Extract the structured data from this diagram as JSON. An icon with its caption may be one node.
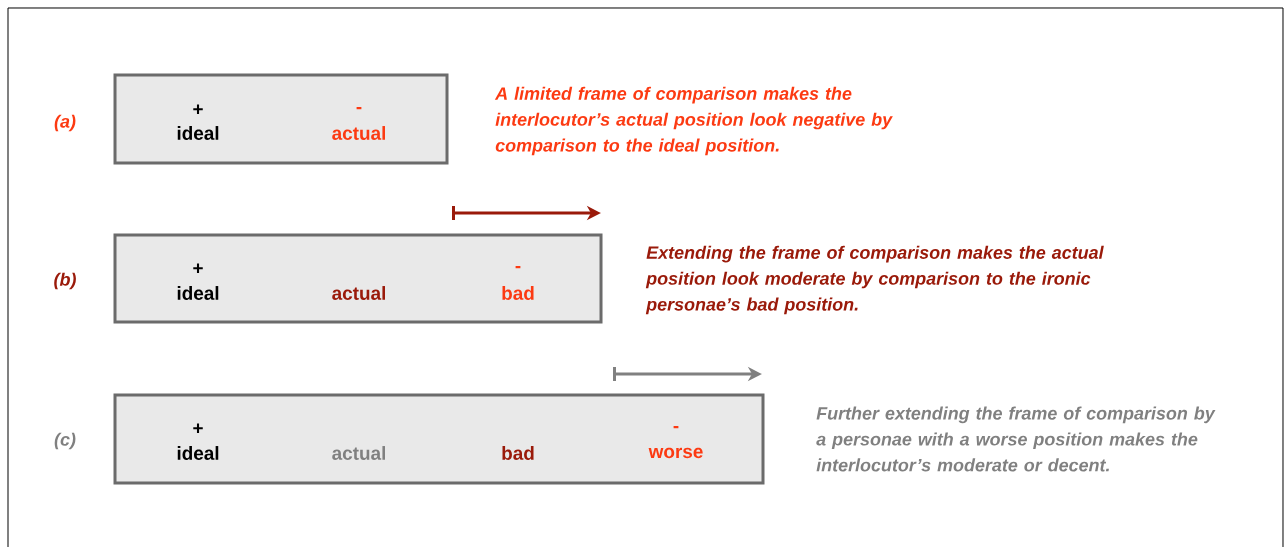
{
  "diagram": {
    "nodes": [
      {
        "text": [
          "+",
          "ideal",
          "-",
          "actual"
        ],
        "beside": [
          "(a)",
          "A limited frame of comparison makes the interlocutor’s actual position look negative by comparison to the ideal position."
        ]
      },
      {
        "text": [
          "+",
          "ideal",
          "actual",
          "-",
          "bad"
        ],
        "beside": [
          "(b)",
          "Extending the frame of comparison makes the actual position look moderate by comparison to the ironic personae’s bad position."
        ]
      },
      {
        "text": [
          "+",
          "ideal",
          "actual",
          "bad",
          "-",
          "worse"
        ],
        "beside": [
          "(c)",
          "Further extending the frame of comparison by a personae with a worse position makes the interlocutor’s moderate or decent."
        ]
      }
    ]
  }
}
